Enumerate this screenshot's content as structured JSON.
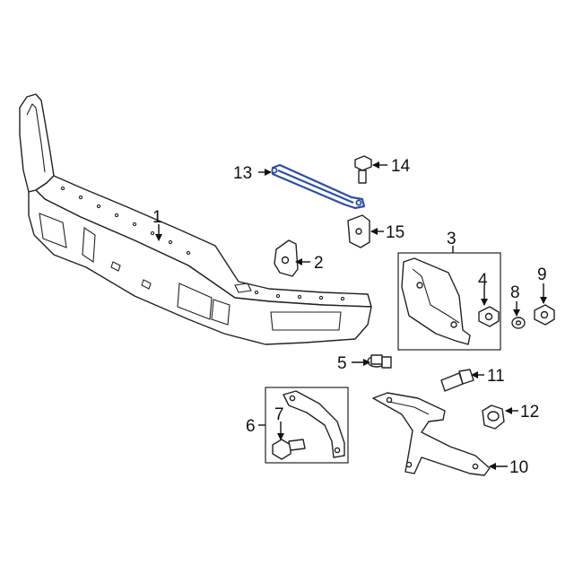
{
  "diagram": {
    "highlight_color": "#2e4fa3",
    "line_color": "#222222",
    "background": "#ffffff",
    "highlighted_part": "13",
    "callouts": {
      "c1": "1",
      "c2": "2",
      "c3": "3",
      "c4": "4",
      "c5": "5",
      "c6": "6",
      "c7": "7",
      "c8": "8",
      "c9": "9",
      "c10": "10",
      "c11": "11",
      "c12": "12",
      "c13": "13",
      "c14": "14",
      "c15": "15"
    }
  }
}
